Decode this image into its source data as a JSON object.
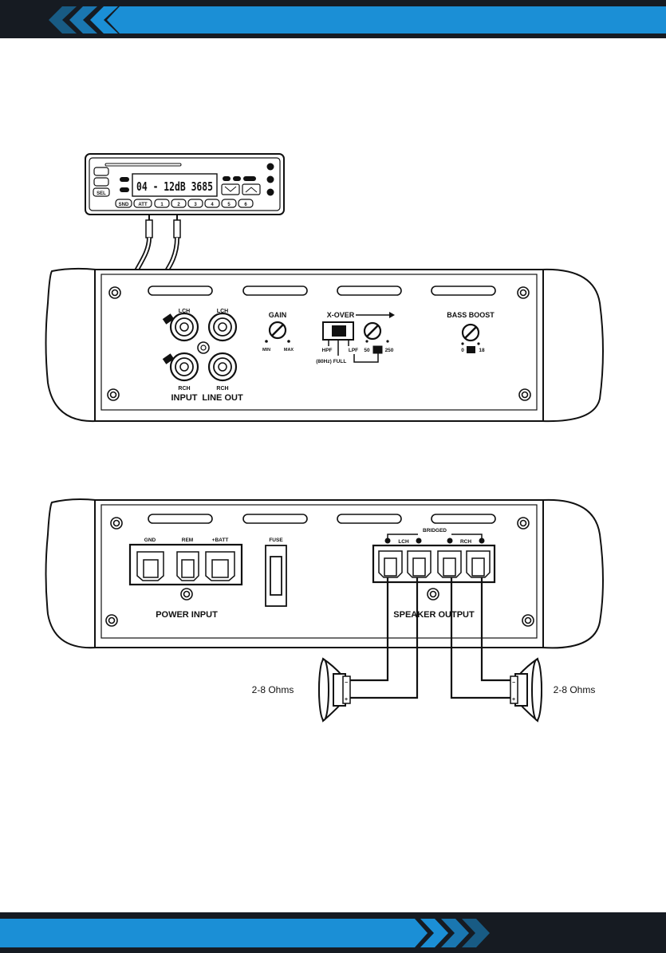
{
  "colors": {
    "banner_dark": "#161b22",
    "banner_blue": "#1b8fd6",
    "line": "#111111"
  },
  "head_unit": {
    "display": "04 - 12dB 3685",
    "buttons": [
      "SEL",
      "SND",
      "ATT",
      "1",
      "2",
      "3",
      "4",
      "5",
      "6"
    ]
  },
  "amp_front": {
    "input_lch": "LCH",
    "input_rch": "RCH",
    "input_label": "INPUT",
    "lineout_lch": "LCH",
    "lineout_rch": "RCH",
    "lineout_label": "LINE OUT",
    "gain_label": "GAIN",
    "gain_min": "MIN",
    "gain_max": "MAX",
    "xover_label": "X-OVER",
    "hpf": "HPF",
    "hpf_freq": "(80Hz)",
    "full": "FULL",
    "lpf": "LPF",
    "lpf_min": "50",
    "lpf_max": "250",
    "bass_boost_label": "BASS BOOST",
    "bass_min": "0",
    "bass_max": "18"
  },
  "amp_rear": {
    "gnd": "GND",
    "rem": "REM",
    "batt": "+BATT",
    "power_input": "POWER INPUT",
    "fuse": "FUSE",
    "bridged": "BRIDGED",
    "lch": "LCH",
    "rch": "RCH",
    "speaker_output": "SPEAKER OUTPUT"
  },
  "speakers": {
    "left_impedance": "2-8 Ohms",
    "right_impedance": "2-8 Ohms"
  }
}
